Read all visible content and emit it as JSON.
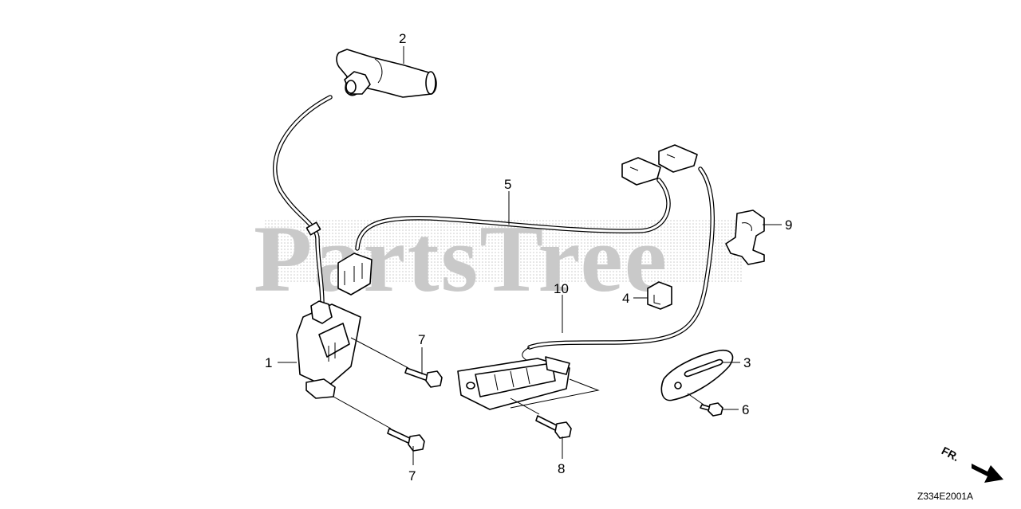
{
  "diagram": {
    "watermark": "PartsTree",
    "drawing_code": "Z334E2001A",
    "direction_label": "FR.",
    "callouts": {
      "c1": "1",
      "c2": "2",
      "c3": "3",
      "c4": "4",
      "c5": "5",
      "c6": "6",
      "c7a": "7",
      "c7b": "7",
      "c8": "8",
      "c9": "9",
      "c10": "10"
    }
  }
}
